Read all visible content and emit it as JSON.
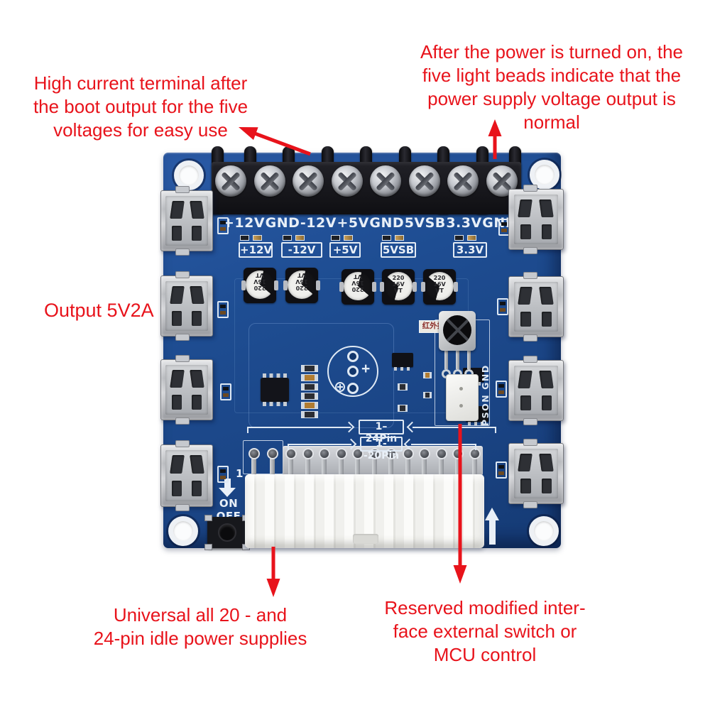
{
  "annotations": {
    "top_left": {
      "lines": [
        "High current terminal after",
        "the boot output for the five",
        "voltages for easy use"
      ]
    },
    "top_right": {
      "lines": [
        "After the power is turned on, the",
        "five light beads indicate that the",
        "power supply voltage output is",
        "normal"
      ]
    },
    "left": {
      "text": "Output 5V2A"
    },
    "bottom_left": {
      "lines": [
        "Universal all 20 - and",
        "24-pin idle power supplies"
      ]
    },
    "bottom_right": {
      "lines": [
        "Reserved modified inter-",
        "face external switch or",
        "MCU control"
      ]
    }
  },
  "board": {
    "terminal_labels": [
      "+12V",
      "GND",
      "-12V",
      "+5V",
      "GND",
      "5VSB",
      "3.3V",
      "GND"
    ],
    "led_labels": [
      "+12V",
      "-12V",
      "+5V",
      "5VSB",
      "3.3V"
    ],
    "capacitor_text": "220\n16V\nVT",
    "ir_label": "红外指示灯",
    "pson_label": "PSON GND",
    "pin24_label": "1–24Pin",
    "pin20_label": "1--20Pin",
    "on_label": "ON",
    "off_label": "OFF",
    "pin1_label": "1",
    "buzzer_plus": "+"
  },
  "colors": {
    "annotation_red": "#e8131b",
    "pcb_blue": "#1e4d92",
    "silkscreen": "#e9f0f8"
  }
}
